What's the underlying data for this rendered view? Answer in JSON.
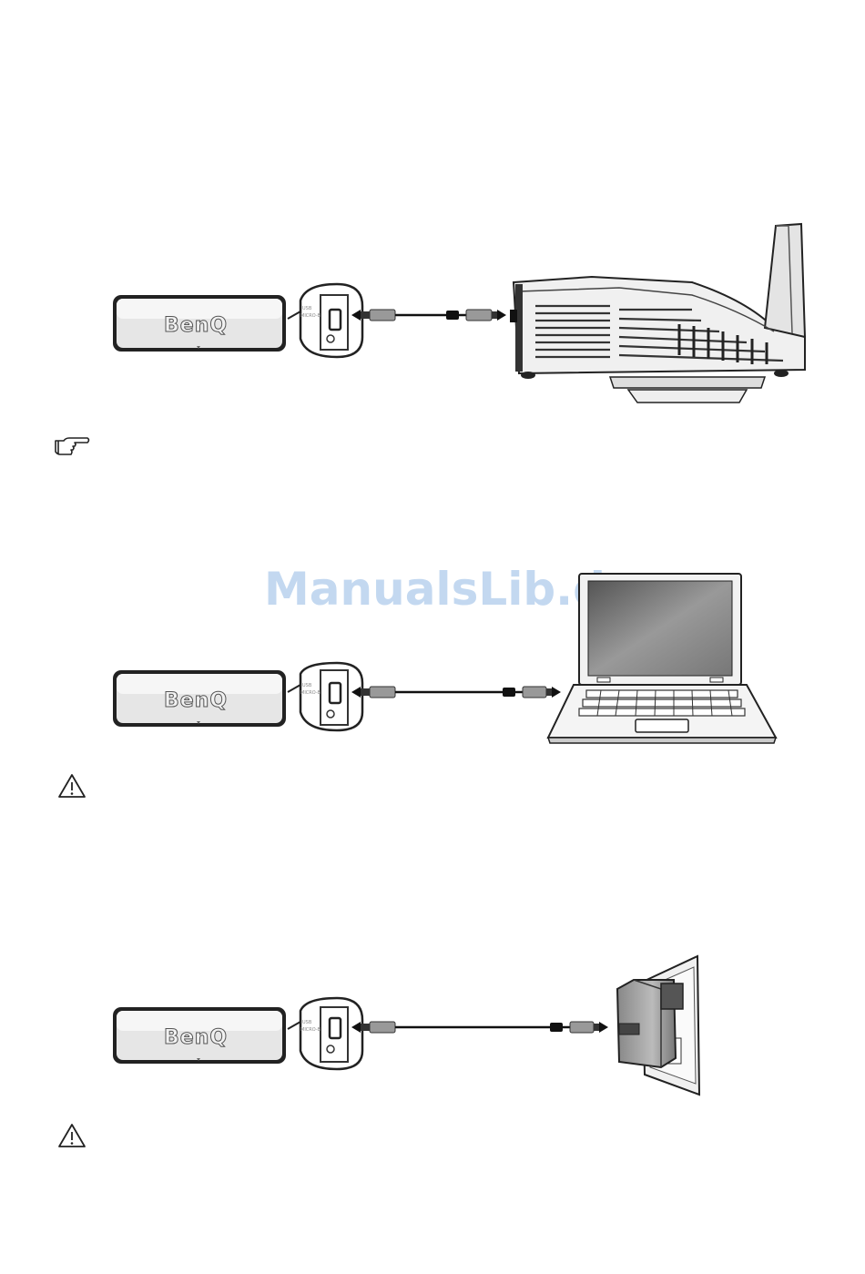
{
  "device": {
    "brand": "BenQ",
    "port_label_1": "USB",
    "port_label_2": "MICRO-B"
  },
  "watermark": "ManualsLib.de",
  "sections": [
    {
      "target": "projector",
      "note_icon": "pointing-hand-icon"
    },
    {
      "target": "laptop",
      "note_icon": "warning-triangle-icon"
    },
    {
      "target": "wall-outlet-adapter",
      "note_icon": "warning-triangle-icon"
    }
  ]
}
